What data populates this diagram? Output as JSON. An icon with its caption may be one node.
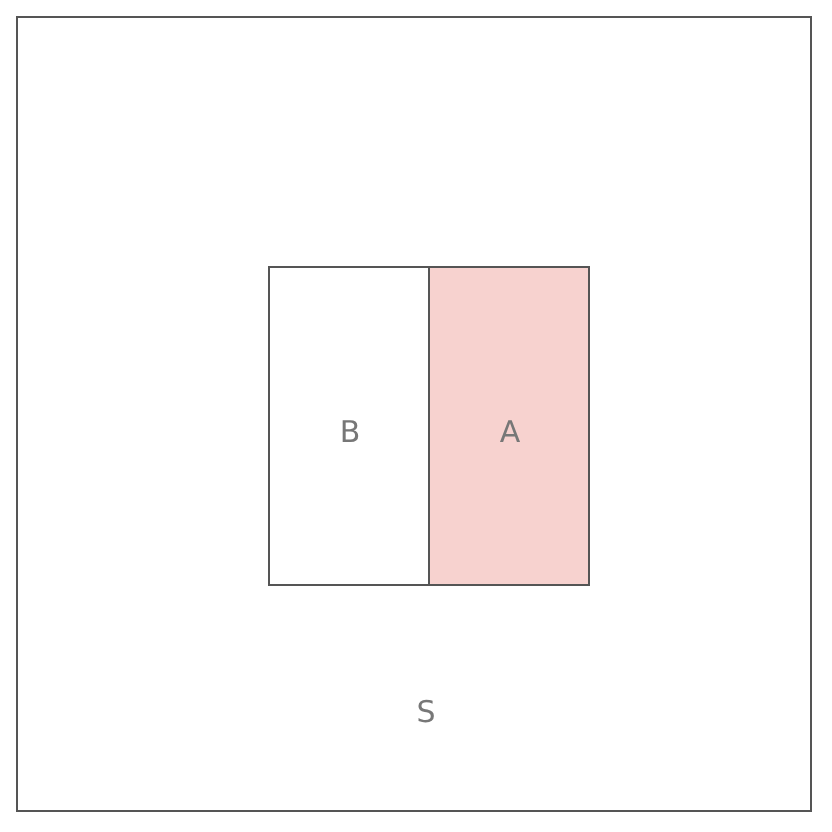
{
  "diagram": {
    "nodes": [
      {
        "text": [
          "S"
        ]
      },
      {
        "text": [
          "B"
        ],
        "in": 0
      },
      {
        "text": [
          "A"
        ],
        "in": 0
      }
    ]
  }
}
